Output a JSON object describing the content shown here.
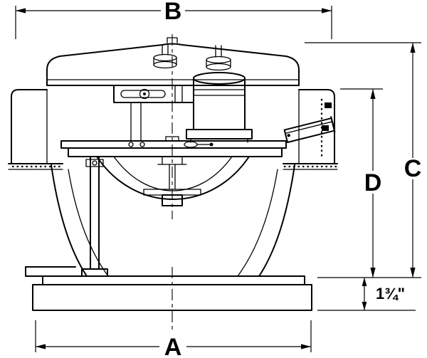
{
  "colors": {
    "background": "#ffffff",
    "line": "#000000"
  },
  "dimensions": {
    "top_width_label": "B",
    "overall_height_label": "C",
    "body_height_label": "D",
    "base_width_label": "A",
    "base_flange_height_label": "1¾\""
  }
}
